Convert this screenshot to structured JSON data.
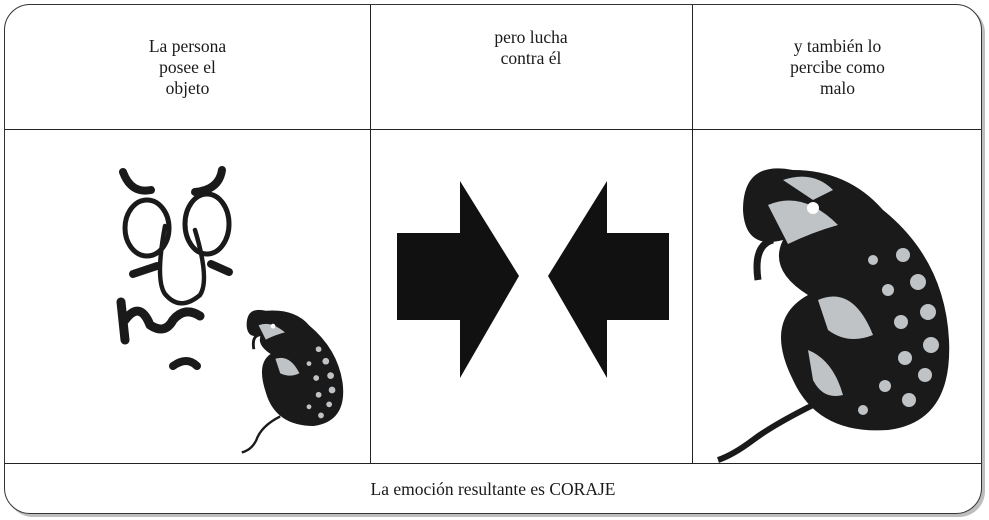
{
  "columns": [
    {
      "label": "La persona\nposee el\nobjeto",
      "icon": "face-with-snake-icon"
    },
    {
      "label": "pero lucha\ncontra él",
      "icon": "opposing-arrows-icon"
    },
    {
      "label": "y también lo\npercibe como\nmalo",
      "icon": "snake-icon"
    }
  ],
  "footer": "La emoción resultante es CORAJE",
  "colors": {
    "ink": "#1a1a1a",
    "snake_gray": "#bfc3c6",
    "frame_shadow": "#bdbdbd"
  }
}
